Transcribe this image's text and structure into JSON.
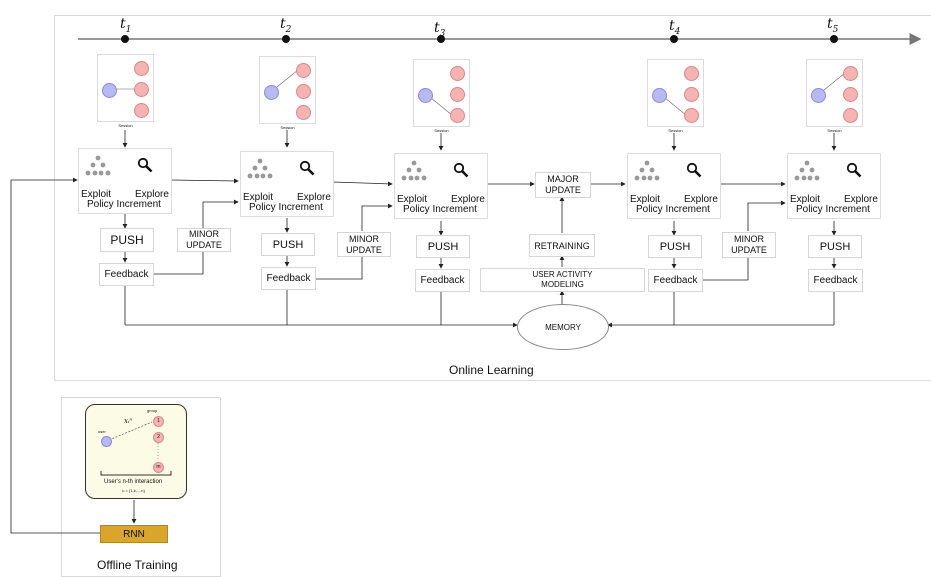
{
  "timeline": {
    "ticks": [
      "t1",
      "t2",
      "t3",
      "t4",
      "t5"
    ]
  },
  "session": {
    "caption": "Session"
  },
  "policy": {
    "exploit": "Exploit",
    "explore": "Explore",
    "increment": "Policy Increment"
  },
  "push_label": "PUSH",
  "feedback_label": "Feedback",
  "minor_update": [
    "MINOR",
    "UPDATE"
  ],
  "major_update": [
    "MAJOR",
    "UPDATE"
  ],
  "retraining": "RETRAINING",
  "user_activity": [
    "USER ACTIVITY",
    "MODELING"
  ],
  "memory": "MEMORY",
  "online_learning": "Online Learning",
  "offline": {
    "title": "Offline Training",
    "rnn": "RNN",
    "group_label": "group",
    "user_label": "user",
    "item_labels": [
      "1",
      "2",
      "m"
    ],
    "interaction_caption": "User's n-th interaction",
    "interaction_sub": "iₙ = {1,k,...,n}",
    "edge_label": "xᵢⁿ"
  },
  "colors": {
    "user_node": "#b9b9f2",
    "item_node": "#f6b3b3",
    "rnn": "#d9a52b",
    "offline_inner": "#fbfbe6"
  },
  "icons": [
    "tree-icon",
    "magnifier-icon"
  ]
}
